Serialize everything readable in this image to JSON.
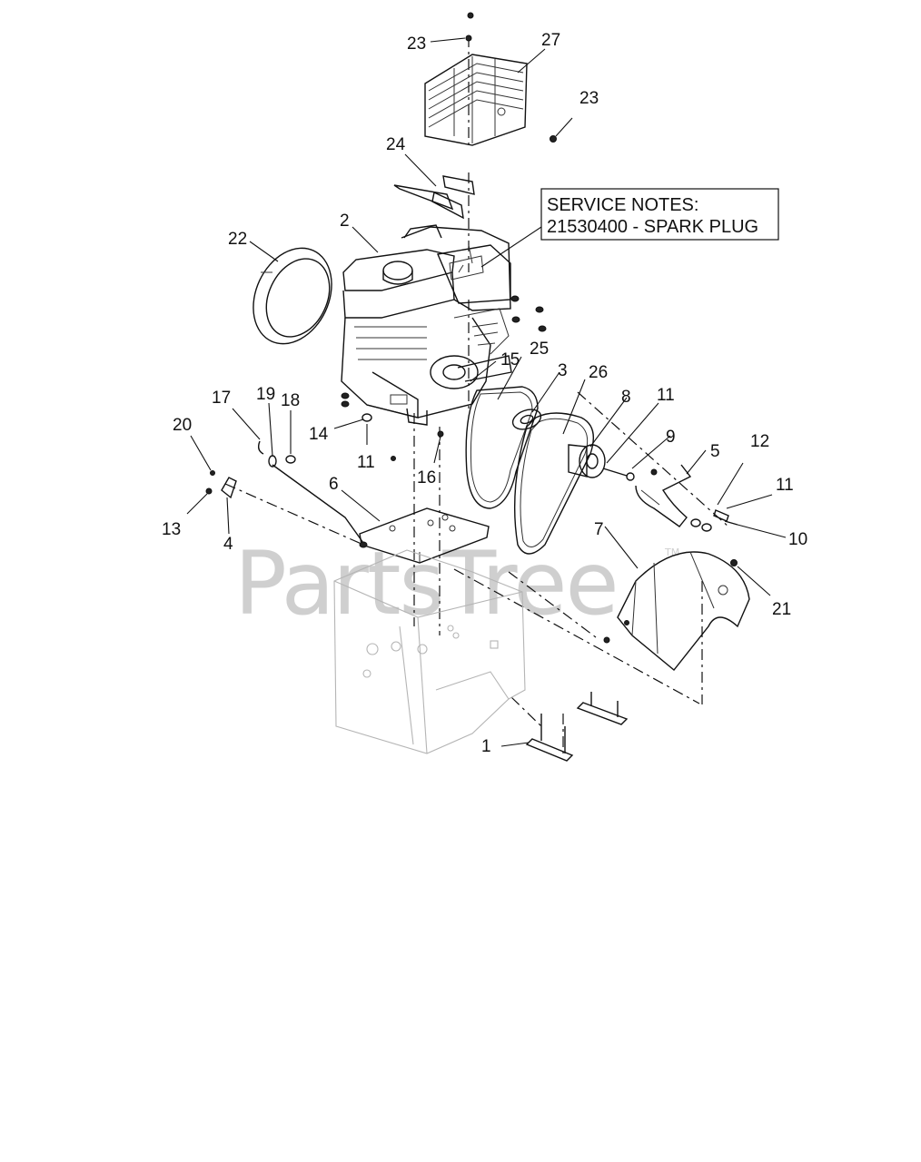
{
  "service_notes": {
    "title": "SERVICE NOTES:",
    "line1": "21530400 - SPARK PLUG"
  },
  "watermark": {
    "text": "PartsTree",
    "tm": "TM"
  },
  "callouts": {
    "c1": "1",
    "c2": "2",
    "c3": "3",
    "c4": "4",
    "c5": "5",
    "c6": "6",
    "c7": "7",
    "c8": "8",
    "c9": "9",
    "c10": "10",
    "c11a": "11",
    "c11b": "11",
    "c11c": "11",
    "c12": "12",
    "c13": "13",
    "c14": "14",
    "c15": "15",
    "c16": "16",
    "c17": "17",
    "c18": "18",
    "c19": "19",
    "c20": "20",
    "c21": "21",
    "c22": "22",
    "c23a": "23",
    "c23b": "23",
    "c24": "24",
    "c25": "25",
    "c26": "26",
    "c27": "27"
  }
}
